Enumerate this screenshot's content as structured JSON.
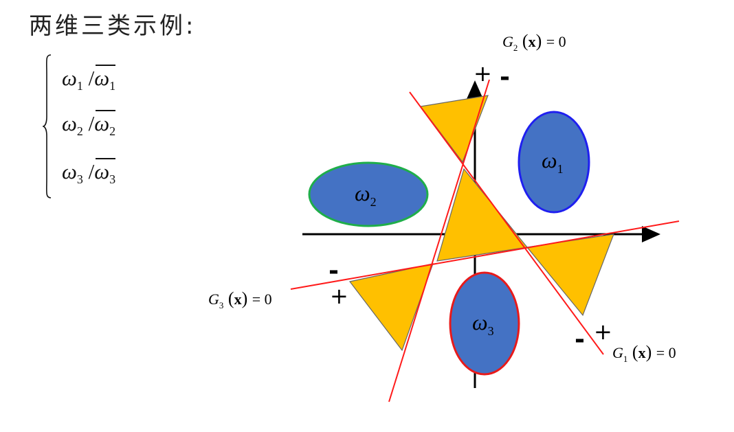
{
  "title": "两维三类示例:",
  "classes": [
    {
      "sym": "ω",
      "sub": "1"
    },
    {
      "sym": "ω",
      "sub": "2"
    },
    {
      "sym": "ω",
      "sub": "3"
    }
  ],
  "lines": {
    "g1": {
      "name": "G",
      "sub": "1",
      "arg": "x",
      "eq": "= 0"
    },
    "g2": {
      "name": "G",
      "sub": "2",
      "arg": "x",
      "eq": "= 0"
    },
    "g3": {
      "name": "G",
      "sub": "3",
      "arg": "x",
      "eq": "= 0"
    }
  },
  "signs": {
    "g2_plus": "+",
    "g2_minus": "-",
    "g3_minus": "-",
    "g3_plus": "+",
    "g1_minus": "-",
    "g1_plus": "+"
  },
  "regions": {
    "w1": {
      "sym": "ω",
      "sub": "1"
    },
    "w2": {
      "sym": "ω",
      "sub": "2"
    },
    "w3": {
      "sym": "ω",
      "sub": "3"
    }
  },
  "colors": {
    "line": "#ff1a1a",
    "triangle": "#ffc000",
    "ellipse_fill": "#4472c4",
    "w1_border": "#1f1ff0",
    "w2_border": "#1fae4a",
    "w3_border": "#e81a1a"
  }
}
